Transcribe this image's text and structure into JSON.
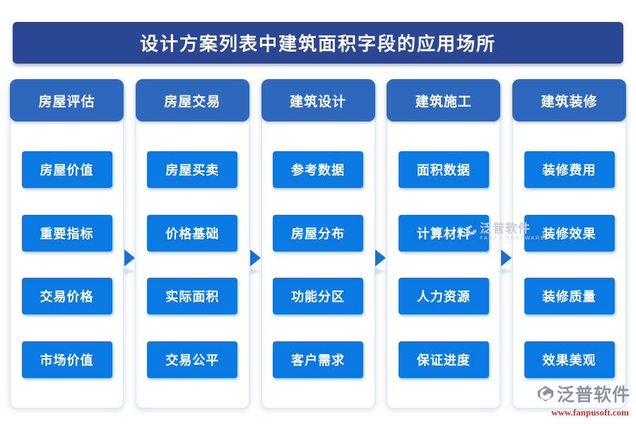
{
  "title": "设计方案列表中建筑面积字段的应用场所",
  "columns": [
    {
      "header": "房屋评估",
      "items": [
        "房屋价值",
        "重要指标",
        "交易价格",
        "市场价值"
      ]
    },
    {
      "header": "房屋交易",
      "items": [
        "房屋买卖",
        "价格基础",
        "实际面积",
        "交易公平"
      ]
    },
    {
      "header": "建筑设计",
      "items": [
        "参考数据",
        "房屋分布",
        "功能分区",
        "客户需求"
      ]
    },
    {
      "header": "建筑施工",
      "items": [
        "面积数据",
        "计算材料",
        "人力资源",
        "保证进度"
      ]
    },
    {
      "header": "建筑装修",
      "items": [
        "装修费用",
        "装修效果",
        "装修质量",
        "效果美观"
      ]
    }
  ],
  "watermark": {
    "name": "泛普软件",
    "name_en": "FANPU SOFTWARE"
  },
  "brand": {
    "name": "泛普软件",
    "url": "www.fanpusoft.com"
  },
  "colors": {
    "title_bg": "#2b4793",
    "header_bg": "#2e68bd",
    "item_bg": "#0b79e2",
    "arrow": "#1e6fd2",
    "logo_gray": "#8d93a0",
    "logo_red": "#c0392b"
  }
}
